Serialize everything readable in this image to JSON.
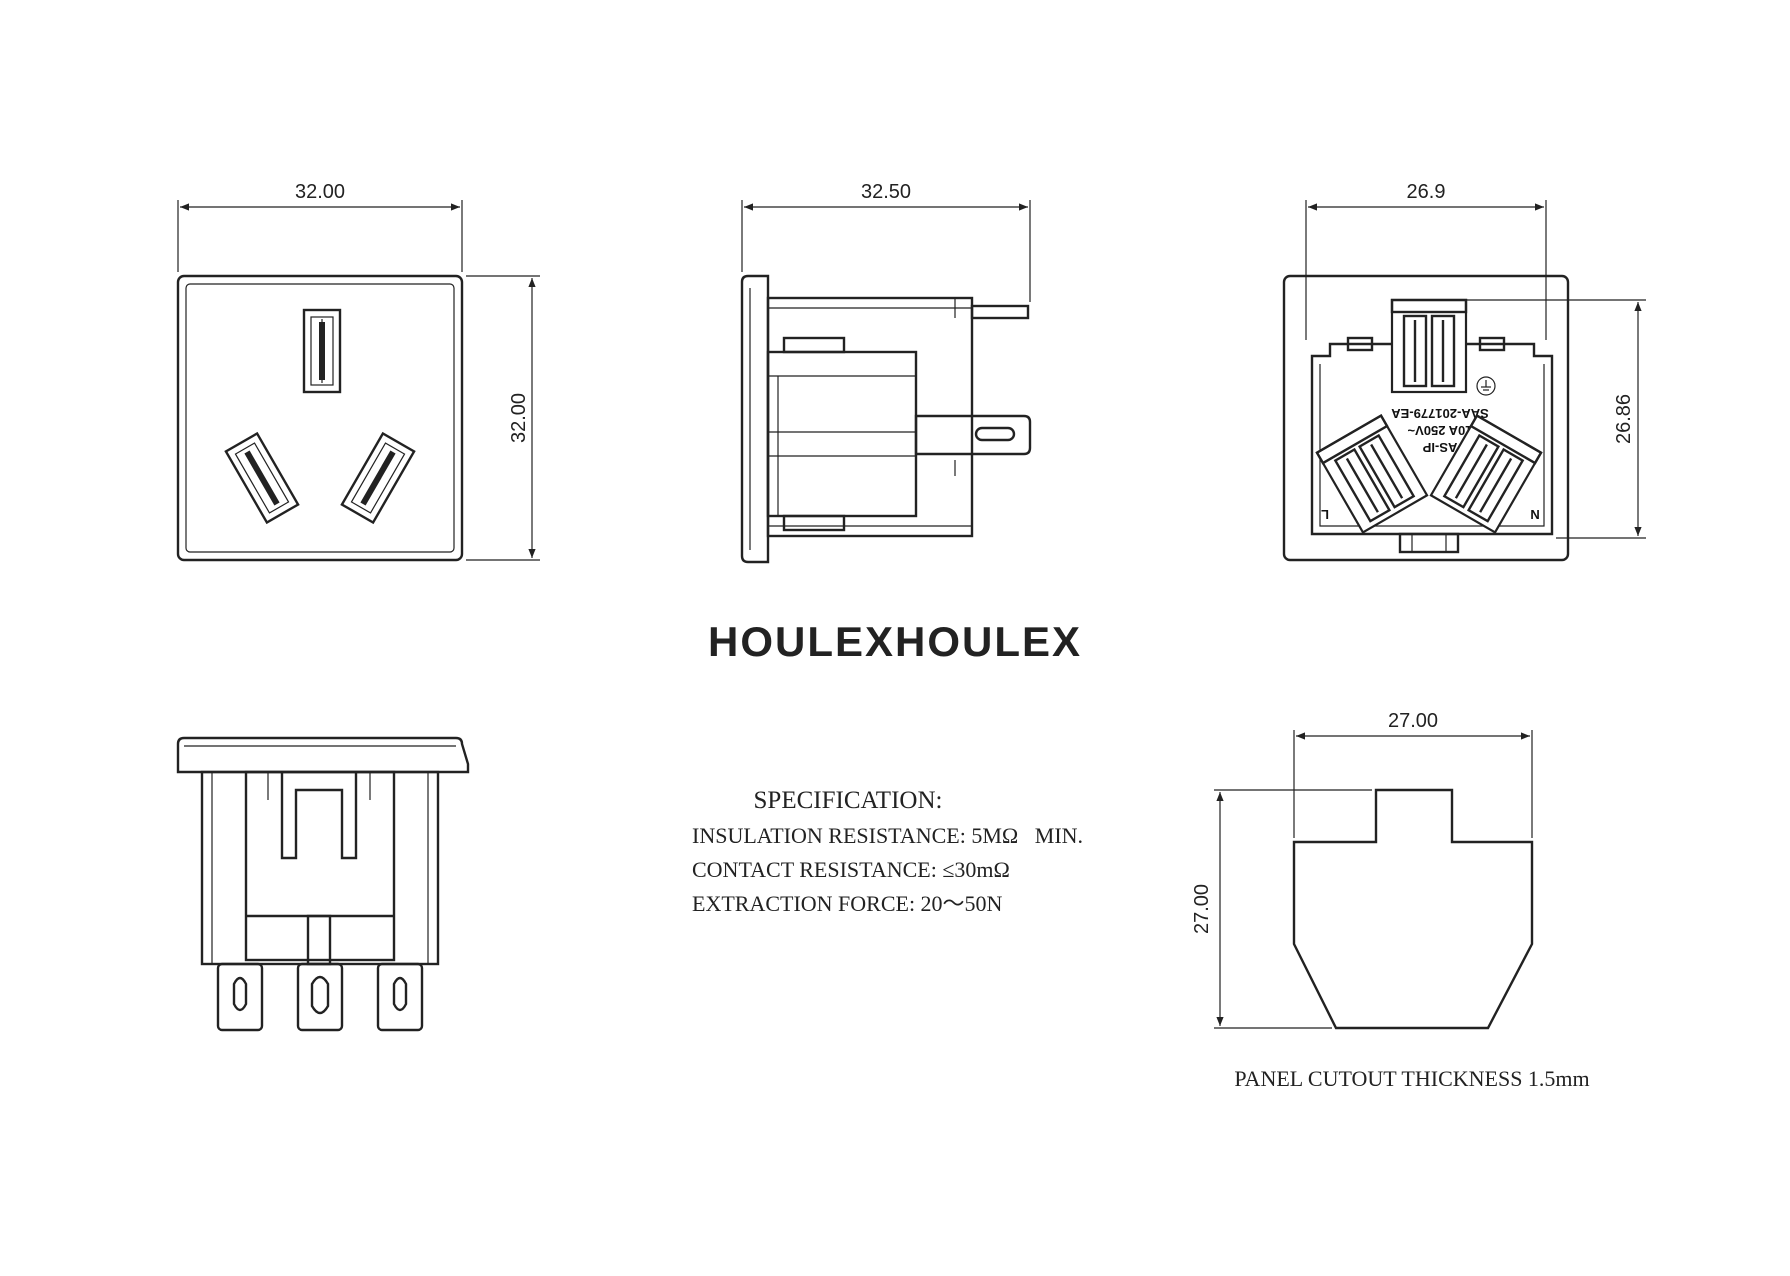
{
  "front_view": {
    "width_dim": "32.00",
    "height_dim": "32.00"
  },
  "side_view": {
    "width_dim": "32.50"
  },
  "rear_view": {
    "width_dim": "26.9",
    "height_dim": "26.86",
    "rating_lines": [
      "AS-IP",
      "10A 250V~",
      "SAA-201779-EA"
    ],
    "terminal_left": "L",
    "terminal_right": "N"
  },
  "watermark": {
    "text": "HOULEXHOULEX",
    "color": "#dce8f3"
  },
  "specification": {
    "title": "SPECIFICATION:",
    "lines": [
      "INSULATION RESISTANCE: 5MΩ   MIN.",
      "CONTACT RESISTANCE: ≤30mΩ",
      "EXTRACTION FORCE: 20～50N"
    ]
  },
  "panel_cutout": {
    "width_dim": "27.00",
    "height_dim": "27.00",
    "note": "PANEL CUTOUT THICKNESS 1.5mm"
  }
}
